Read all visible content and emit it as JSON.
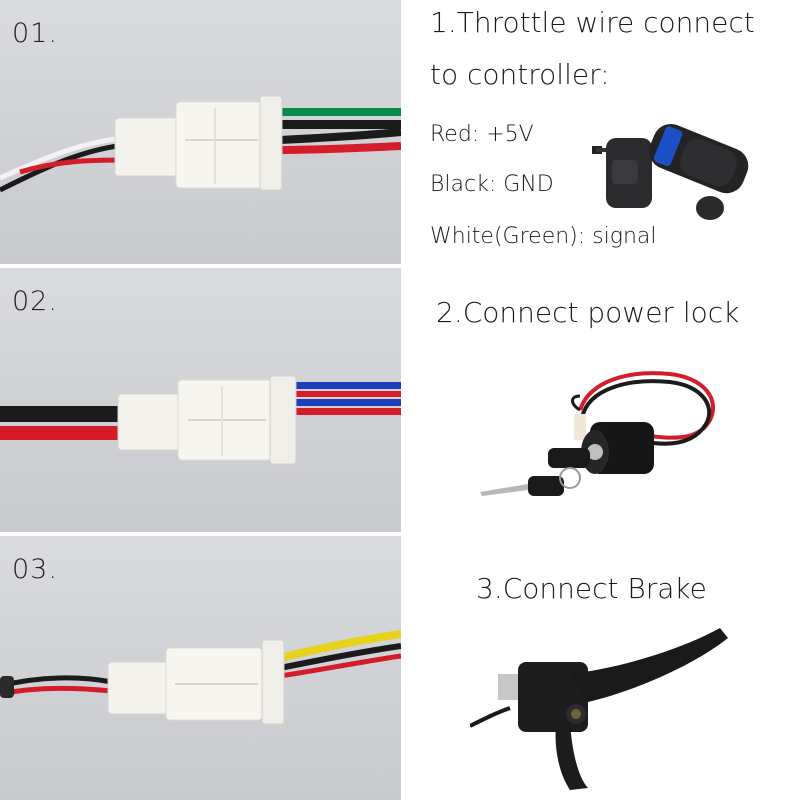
{
  "panels": [
    {
      "number": "01."
    },
    {
      "number": "02."
    },
    {
      "number": "03."
    }
  ],
  "steps": {
    "throttle": {
      "heading_line1": "1.Throttle wire connect",
      "heading_line2": "to controller:",
      "wires": [
        "Red: +5V",
        "Black: GND",
        "White(Green): signal"
      ]
    },
    "power_lock": {
      "heading": "2.Connect power lock"
    },
    "brake": {
      "heading": "3.Connect Brake"
    }
  },
  "colors": {
    "wire_red": "#d41c2a",
    "wire_black": "#1b1b1b",
    "wire_white": "#f2f2f2",
    "wire_green": "#0a8a4a",
    "wire_blue": "#1f3fb8",
    "wire_yellow": "#e6d21a",
    "connector": "#f4f3ee"
  }
}
